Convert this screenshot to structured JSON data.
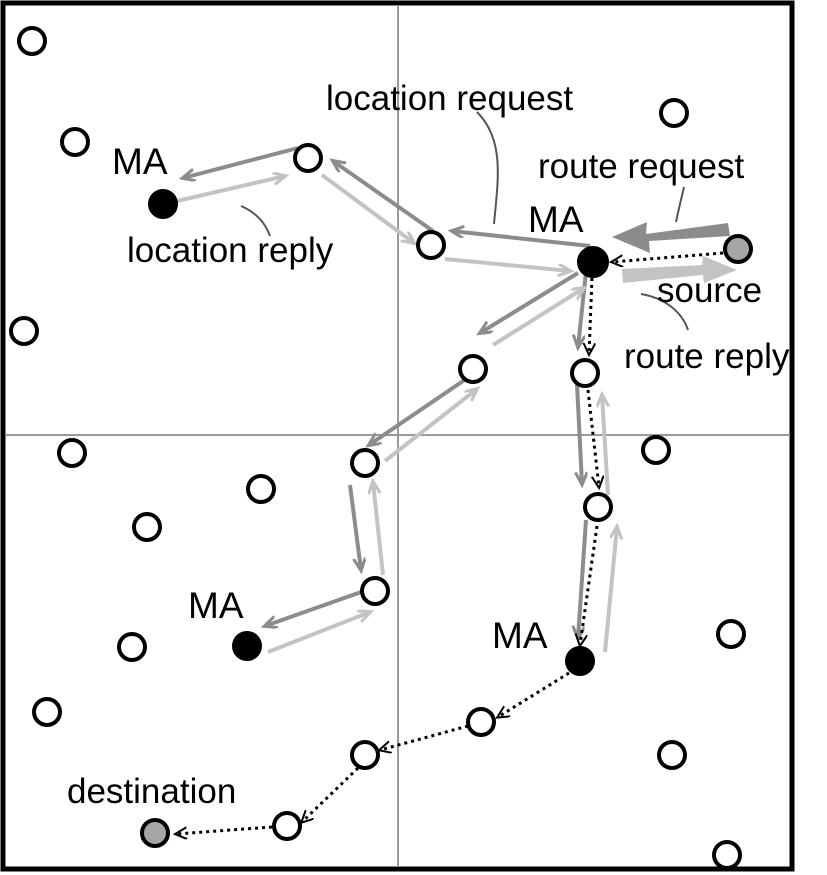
{
  "labels": {
    "location_request": "location request",
    "location_reply": "location reply",
    "route_request": "route request",
    "route_reply": "route reply",
    "source": "source",
    "destination": "destination",
    "ma_top_left": "MA",
    "ma_top_right": "MA",
    "ma_bottom_left": "MA",
    "ma_bottom_right": "MA"
  },
  "colors": {
    "request_arrow": "#8c8c8c",
    "reply_arrow": "#c3c3c3",
    "route_path": "#000000",
    "mobile_agent_node": "#000000",
    "endpoint_node": "#a6a6a6",
    "ordinary_node": "#ffffff",
    "grid_line": "#9a9a9a"
  }
}
